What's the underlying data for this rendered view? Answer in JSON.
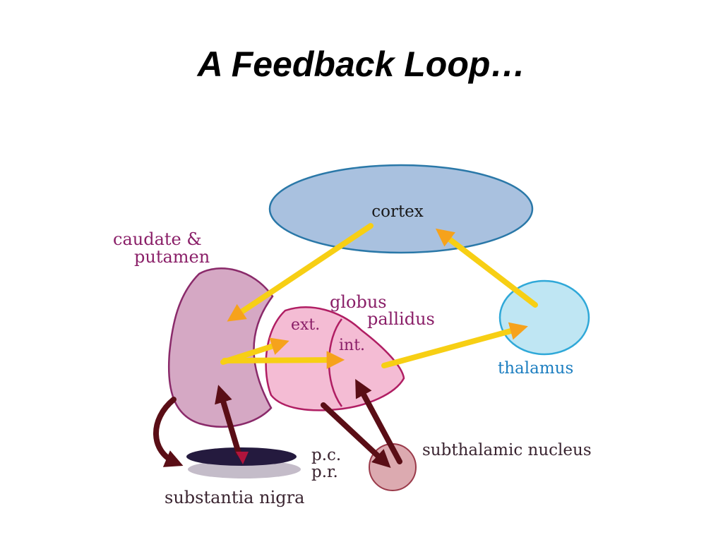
{
  "slide": {
    "title": "A Feedback Loop…"
  },
  "diagram": {
    "labels": {
      "cortex": "cortex",
      "caudate_line1": "caudate &",
      "caudate_line2": "putamen",
      "globus_line1": "globus",
      "globus_line2": "pallidus",
      "ext": "ext.",
      "int": "int.",
      "thalamus": "thalamus",
      "subthalamic": "subthalamic nucleus",
      "pc": "p.c.",
      "pr": "p.r.",
      "substantia": "substantia nigra"
    },
    "colors": {
      "cortex_fill": "#a9c1df",
      "cortex_stroke": "#2a78a8",
      "caudate_fill": "#d5a8c4",
      "caudate_stroke": "#8a2a6a",
      "globus_fill": "#f4bcd4",
      "globus_stroke": "#b01e63",
      "thalamus_fill": "#bfe6f3",
      "thalamus_stroke": "#2fa8d8",
      "subthalamic_fill": "#dcaab0",
      "subthalamic_stroke": "#9a3a4a",
      "pc_fill": "#241a3e",
      "pr_fill": "#c4bcc9",
      "arrow_yellow": "#f7cf14",
      "arrow_dark": "#5a0e16",
      "label_magenta": "#8a1f68",
      "label_blue": "#1c7ec0",
      "label_dark": "#3a2430"
    }
  }
}
